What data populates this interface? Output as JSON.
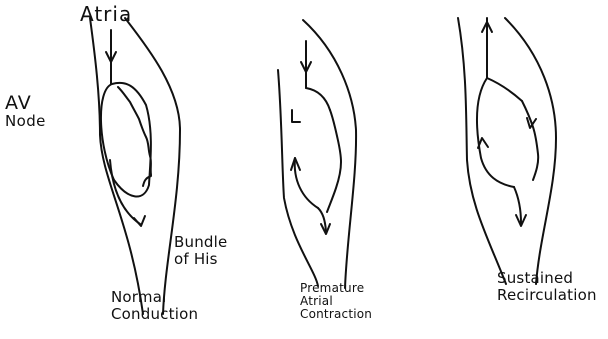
{
  "labels": {
    "atria": "Atria",
    "av_node_line1": "AV",
    "av_node_line2": "Node",
    "bundle_line1": "Bundle",
    "bundle_line2": "of His"
  },
  "panels": [
    {
      "caption_line1": "Normal",
      "caption_line2": "Conduction"
    },
    {
      "caption_line1": "Premature",
      "caption_line2": "Atrial",
      "caption_line3": "Contraction"
    },
    {
      "caption_line1": "Sustained",
      "caption_line2": "Recirculation"
    }
  ]
}
